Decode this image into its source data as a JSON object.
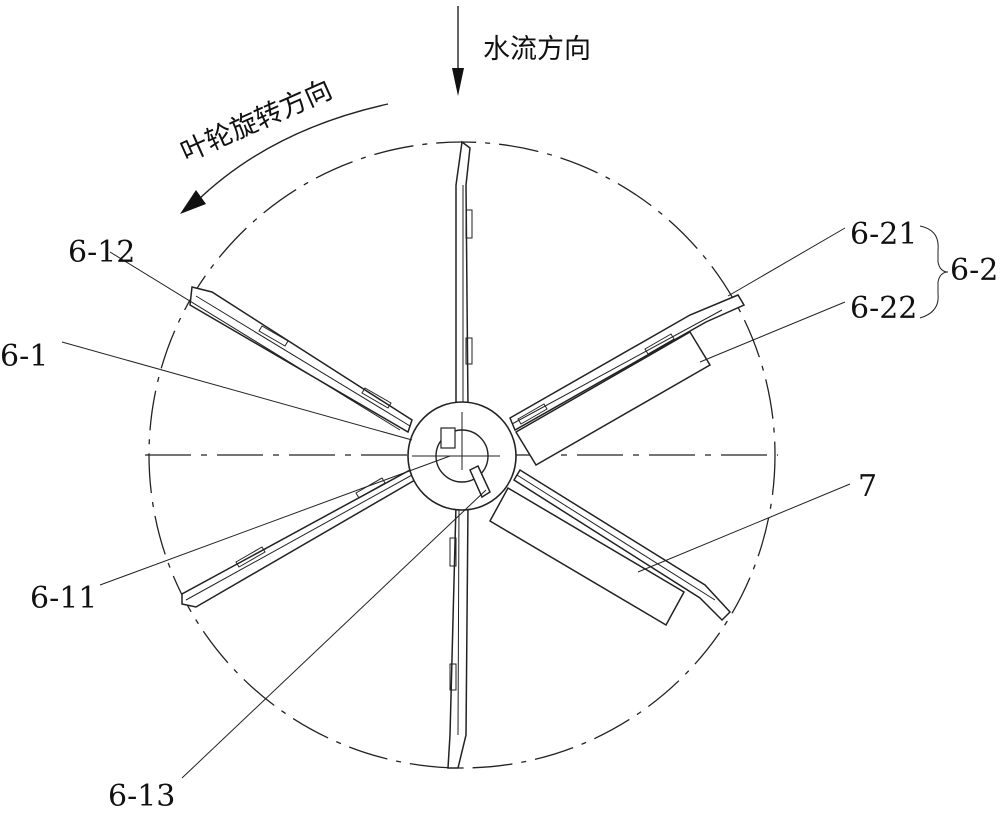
{
  "labels": {
    "water_flow": "水流方向",
    "rotation": "叶轮旋转方向",
    "l_6_12": "6-12",
    "l_6_1": "6-1",
    "l_6_11": "6-11",
    "l_6_13": "6-13",
    "l_6_21": "6-21",
    "l_6_22": "6-22",
    "l_6_2": "6-2",
    "l_7": "7"
  }
}
